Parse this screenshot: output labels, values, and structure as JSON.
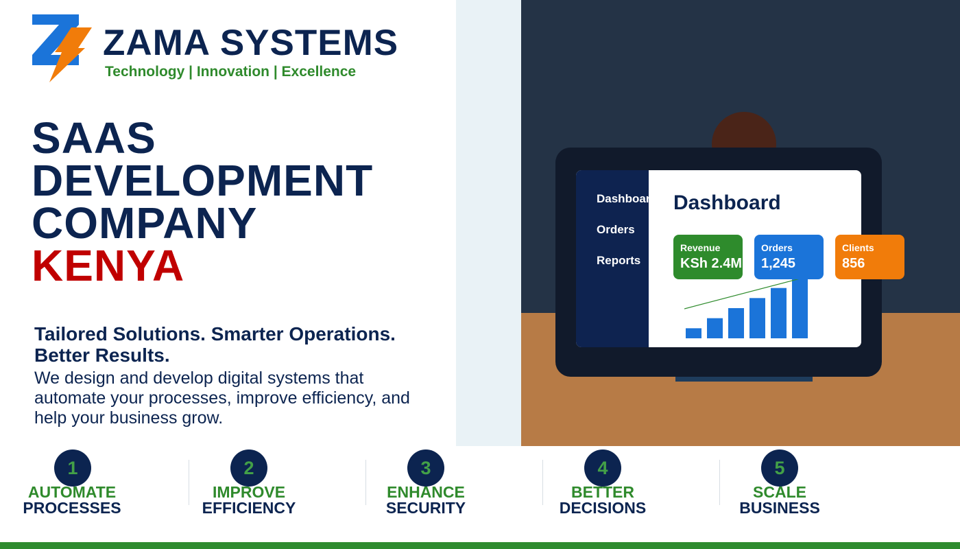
{
  "brand": {
    "name": "ZAMA SYSTEMS",
    "tagline": "Technology | Innovation | Excellence",
    "logo_icon": "z-bolt-logo",
    "colors": {
      "navy": "#0c2450",
      "green": "#2f8a2c",
      "red": "#c00000",
      "blue": "#1b74d9",
      "orange": "#f17c0a"
    }
  },
  "hero": {
    "headline": [
      "SAAS",
      "DEVELOPMENT",
      "COMPANY"
    ],
    "headline_accent": "KENYA",
    "subhead": "Tailored Solutions. Smarter Operations. Better Results.",
    "body": "We design and develop digital systems that automate your processes, improve efficiency, and help your business grow."
  },
  "dashboard": {
    "title": "Dashboard",
    "nav": [
      "Dashboard",
      "Orders",
      "Reports"
    ],
    "kpis": [
      {
        "label": "Revenue",
        "value": "KSh 2.4M",
        "color": "#2e8b2c"
      },
      {
        "label": "Orders",
        "value": "1,245",
        "color": "#1b74d9"
      },
      {
        "label": "Clients",
        "value": "856",
        "color": "#f17c0a"
      }
    ],
    "chart_bars": [
      1,
      2,
      3,
      4,
      5,
      6
    ]
  },
  "features": [
    {
      "num": "1",
      "line1": "AUTOMATE",
      "line2": "PROCESSES"
    },
    {
      "num": "2",
      "line1": "IMPROVE",
      "line2": "EFFICIENCY"
    },
    {
      "num": "3",
      "line1": "ENHANCE",
      "line2": "SECURITY"
    },
    {
      "num": "4",
      "line1": "BETTER",
      "line2": "DECISIONS"
    },
    {
      "num": "5",
      "line1": "SCALE",
      "line2": "BUSINESS"
    }
  ]
}
